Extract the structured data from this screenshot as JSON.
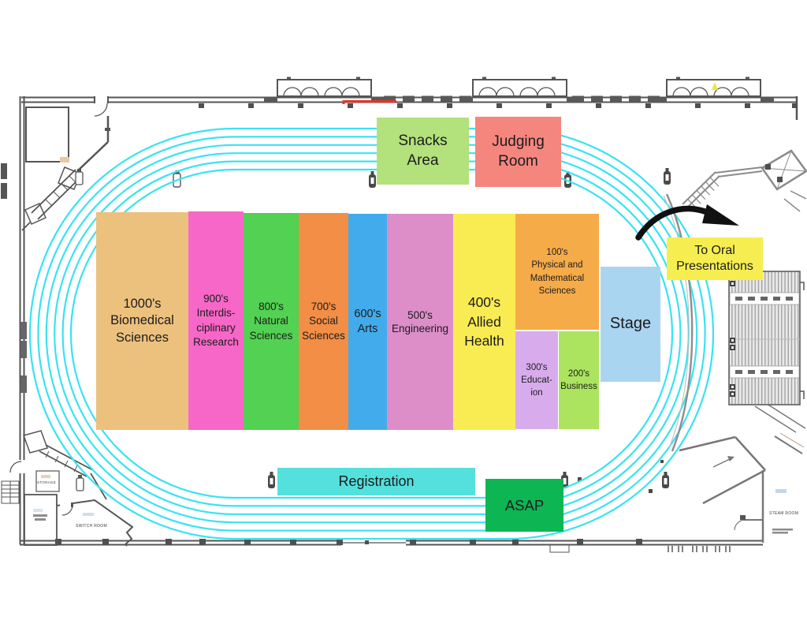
{
  "zones": {
    "snacks": {
      "label": "Snacks\nArea",
      "color": "#b3e17c"
    },
    "judging": {
      "label": "Judging\nRoom",
      "color": "#f5867e"
    },
    "z1000": {
      "label": "1000's\nBiomedical\nSciences",
      "color": "#ecc17d"
    },
    "z900": {
      "label": "900's\nInterdis-\nciplinary\nResearch",
      "color": "#f767c8"
    },
    "z800": {
      "label": "800's\nNatural\nSciences",
      "color": "#52d152"
    },
    "z700": {
      "label": "700's\nSocial\nSciences",
      "color": "#f28e46"
    },
    "z600": {
      "label": "600's\nArts",
      "color": "#42abec"
    },
    "z500": {
      "label": "500's\nEngineering",
      "color": "#dd8ec9"
    },
    "z400": {
      "label": "400's\nAllied\nHealth",
      "color": "#f9eb52"
    },
    "z100": {
      "label": "100's\nPhysical and\nMathematical\nSciences",
      "color": "#f6ab49"
    },
    "z300": {
      "label": "300's\nEducat-\nion",
      "color": "#d8acec"
    },
    "z200": {
      "label": "200's\nBusiness",
      "color": "#ace45f"
    },
    "stage": {
      "label": "Stage",
      "color": "#aad5f1"
    },
    "oral": {
      "label": "To Oral\nPresentations",
      "color": "#f6ee50"
    },
    "registration": {
      "label": "Registration",
      "color": "#54e0dd"
    },
    "asap": {
      "label": "ASAP",
      "color": "#0eb553"
    }
  },
  "plan_labels": {
    "storage": "STORAGE",
    "switch_room": "SWITCH ROOM",
    "steam_room": "STEAM ROOM"
  },
  "colors": {
    "track": "#38e3f2",
    "wall": "#555555",
    "arrow": "#111111",
    "red_accent": "#e63427",
    "yellow_marker": "#f0e63c"
  }
}
